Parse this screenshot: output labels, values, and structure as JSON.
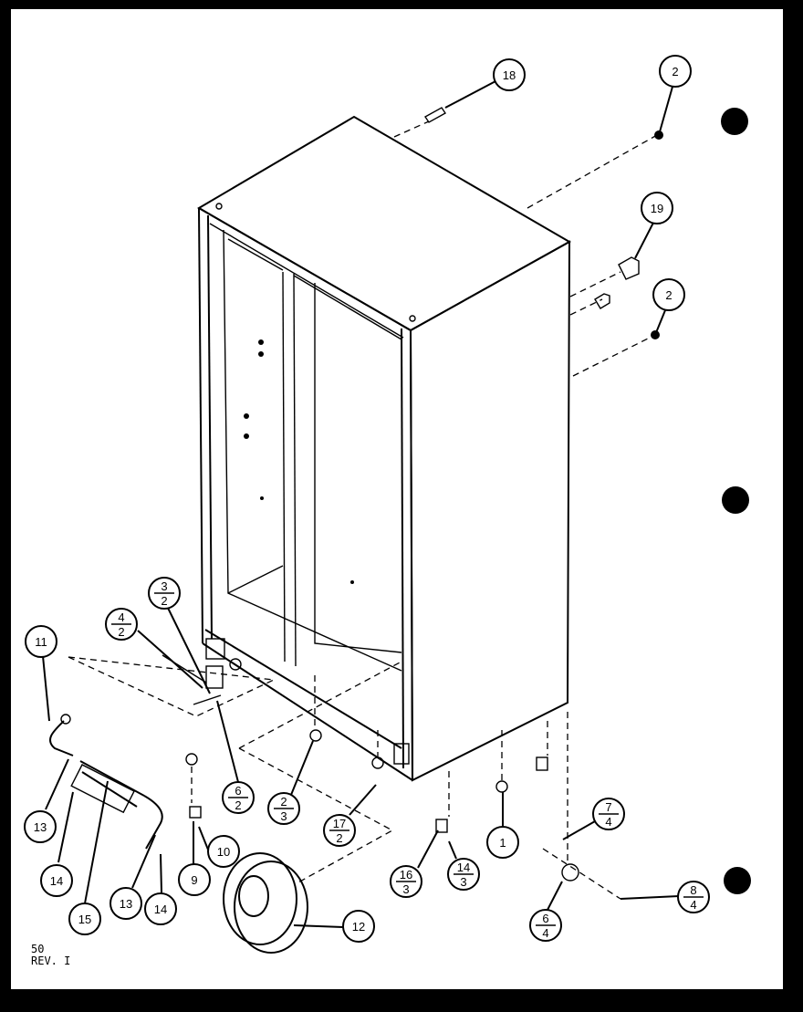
{
  "callouts": [
    {
      "id": "c18",
      "top": "18"
    },
    {
      "id": "c2a",
      "top": "2"
    },
    {
      "id": "c19",
      "top": "19"
    },
    {
      "id": "c2b",
      "top": "2"
    },
    {
      "id": "c11",
      "top": "11"
    },
    {
      "id": "c4-2",
      "top": "4",
      "bottom": "2"
    },
    {
      "id": "c3-2",
      "top": "3",
      "bottom": "2"
    },
    {
      "id": "c6-2",
      "top": "6",
      "bottom": "2"
    },
    {
      "id": "c2-3",
      "top": "2",
      "bottom": "3"
    },
    {
      "id": "c17-2",
      "top": "17",
      "bottom": "2"
    },
    {
      "id": "c1",
      "top": "1"
    },
    {
      "id": "c7-4",
      "top": "7",
      "bottom": "4"
    },
    {
      "id": "c8-4",
      "top": "8",
      "bottom": "4"
    },
    {
      "id": "c6-4",
      "top": "6",
      "bottom": "4"
    },
    {
      "id": "c16-3",
      "top": "16",
      "bottom": "3"
    },
    {
      "id": "c14-3",
      "top": "14",
      "bottom": "3"
    },
    {
      "id": "c13a",
      "top": "13"
    },
    {
      "id": "c14a",
      "top": "14"
    },
    {
      "id": "c15",
      "top": "15"
    },
    {
      "id": "c13b",
      "top": "13"
    },
    {
      "id": "c14b",
      "top": "14"
    },
    {
      "id": "c9",
      "top": "9"
    },
    {
      "id": "c10",
      "top": "10"
    },
    {
      "id": "c12",
      "top": "12"
    }
  ],
  "footer": {
    "line1": "50",
    "line2": "REV. I"
  }
}
